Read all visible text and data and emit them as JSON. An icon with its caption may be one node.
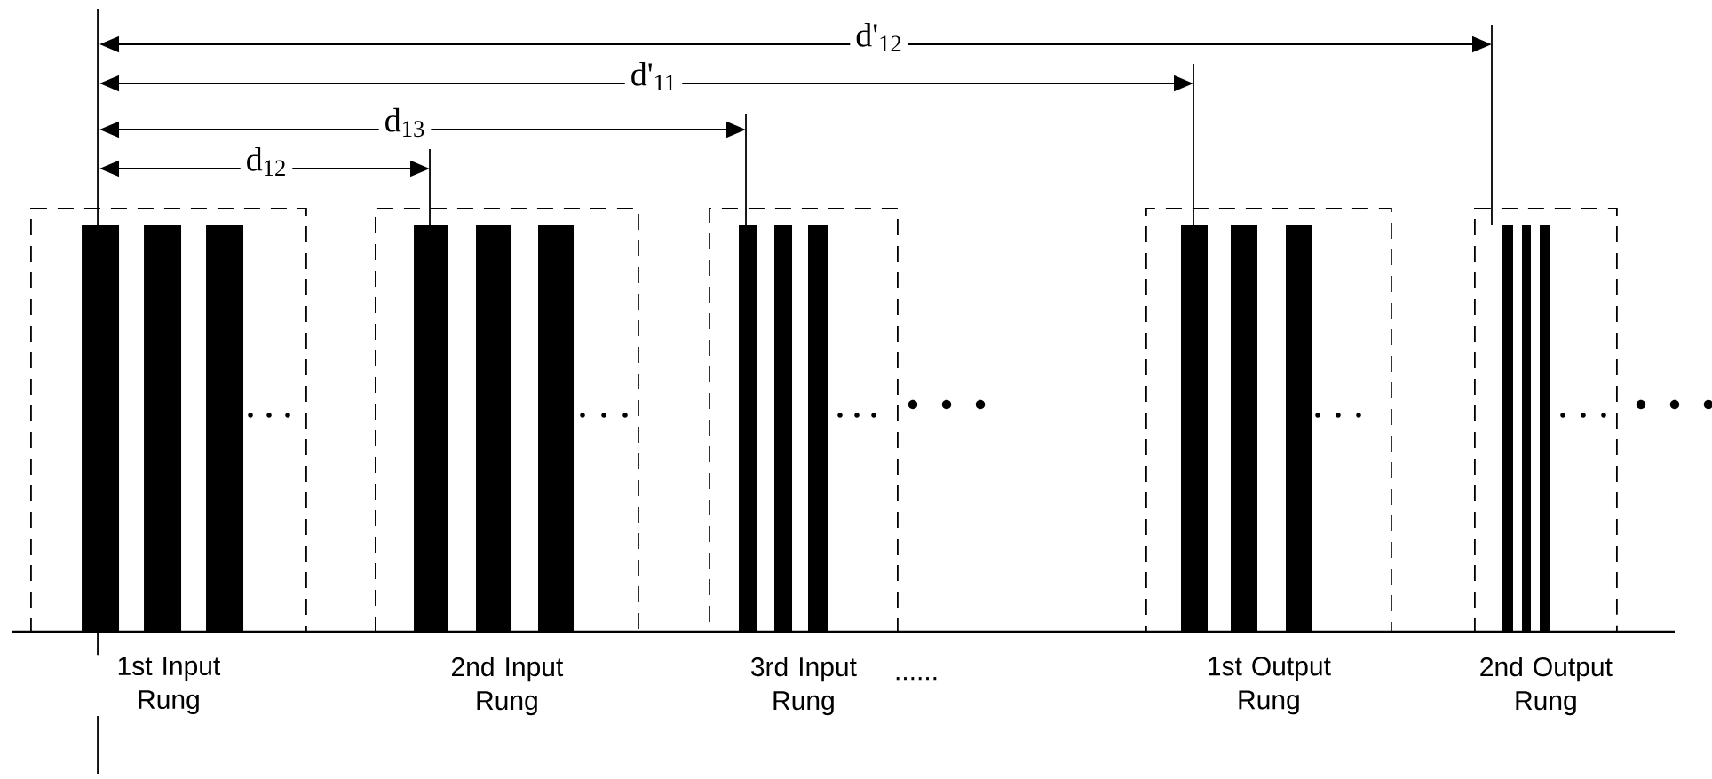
{
  "diagram": {
    "nodes": [
      {
        "text": [
          "1st Input Rung"
        ]
      },
      {
        "text": [
          "2nd Input Rung"
        ]
      },
      {
        "text": [
          "3rd Input Rung"
        ]
      },
      {
        "text": [
          "1st Output Rung"
        ]
      },
      {
        "text": [
          "2nd Output Rung"
        ]
      }
    ],
    "edges": [],
    "labels": [
      "d'$_{12}$",
      "d'$_{11}$",
      "d$_{13}$",
      "d$_{12}$",
      "......"
    ]
  }
}
